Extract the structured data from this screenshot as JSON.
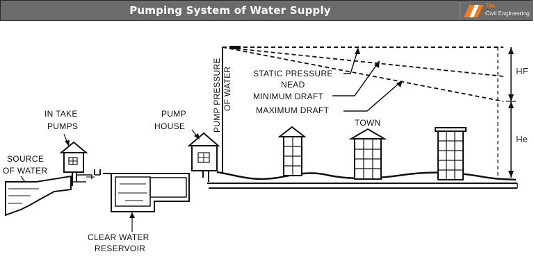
{
  "banner": {
    "title": "Pumping System of Water Supply",
    "logo_small": "The",
    "logo_name": "Civil Engineering",
    "logo_icon": "stripes-logo-icon"
  },
  "labels": {
    "intake_line1": "IN TAKE",
    "intake_line2": "PUMPS",
    "source_line1": "SOURCE",
    "source_line2": "OF WATER",
    "pumphouse_line1": "PUMP",
    "pumphouse_line2": "HOUSE",
    "reservoir_line1": "CLEAR WATER",
    "reservoir_line2": "RESERVOIR",
    "pump_pressure_line1": "PUMP PRESSURE",
    "pump_pressure_line2": "OF WATER",
    "static_line1": "STATIC PRESSURE",
    "static_line2": "NEAD",
    "minimum_draft": "MINIMUM DRAFT",
    "maximum_draft": "MAXIMUM DRAFT",
    "town": "TOWN",
    "hf": "HF",
    "he": "He"
  },
  "colors": {
    "banner": "#6b6b6b",
    "logo_accent": "#f47c20",
    "ink": "#111111"
  }
}
